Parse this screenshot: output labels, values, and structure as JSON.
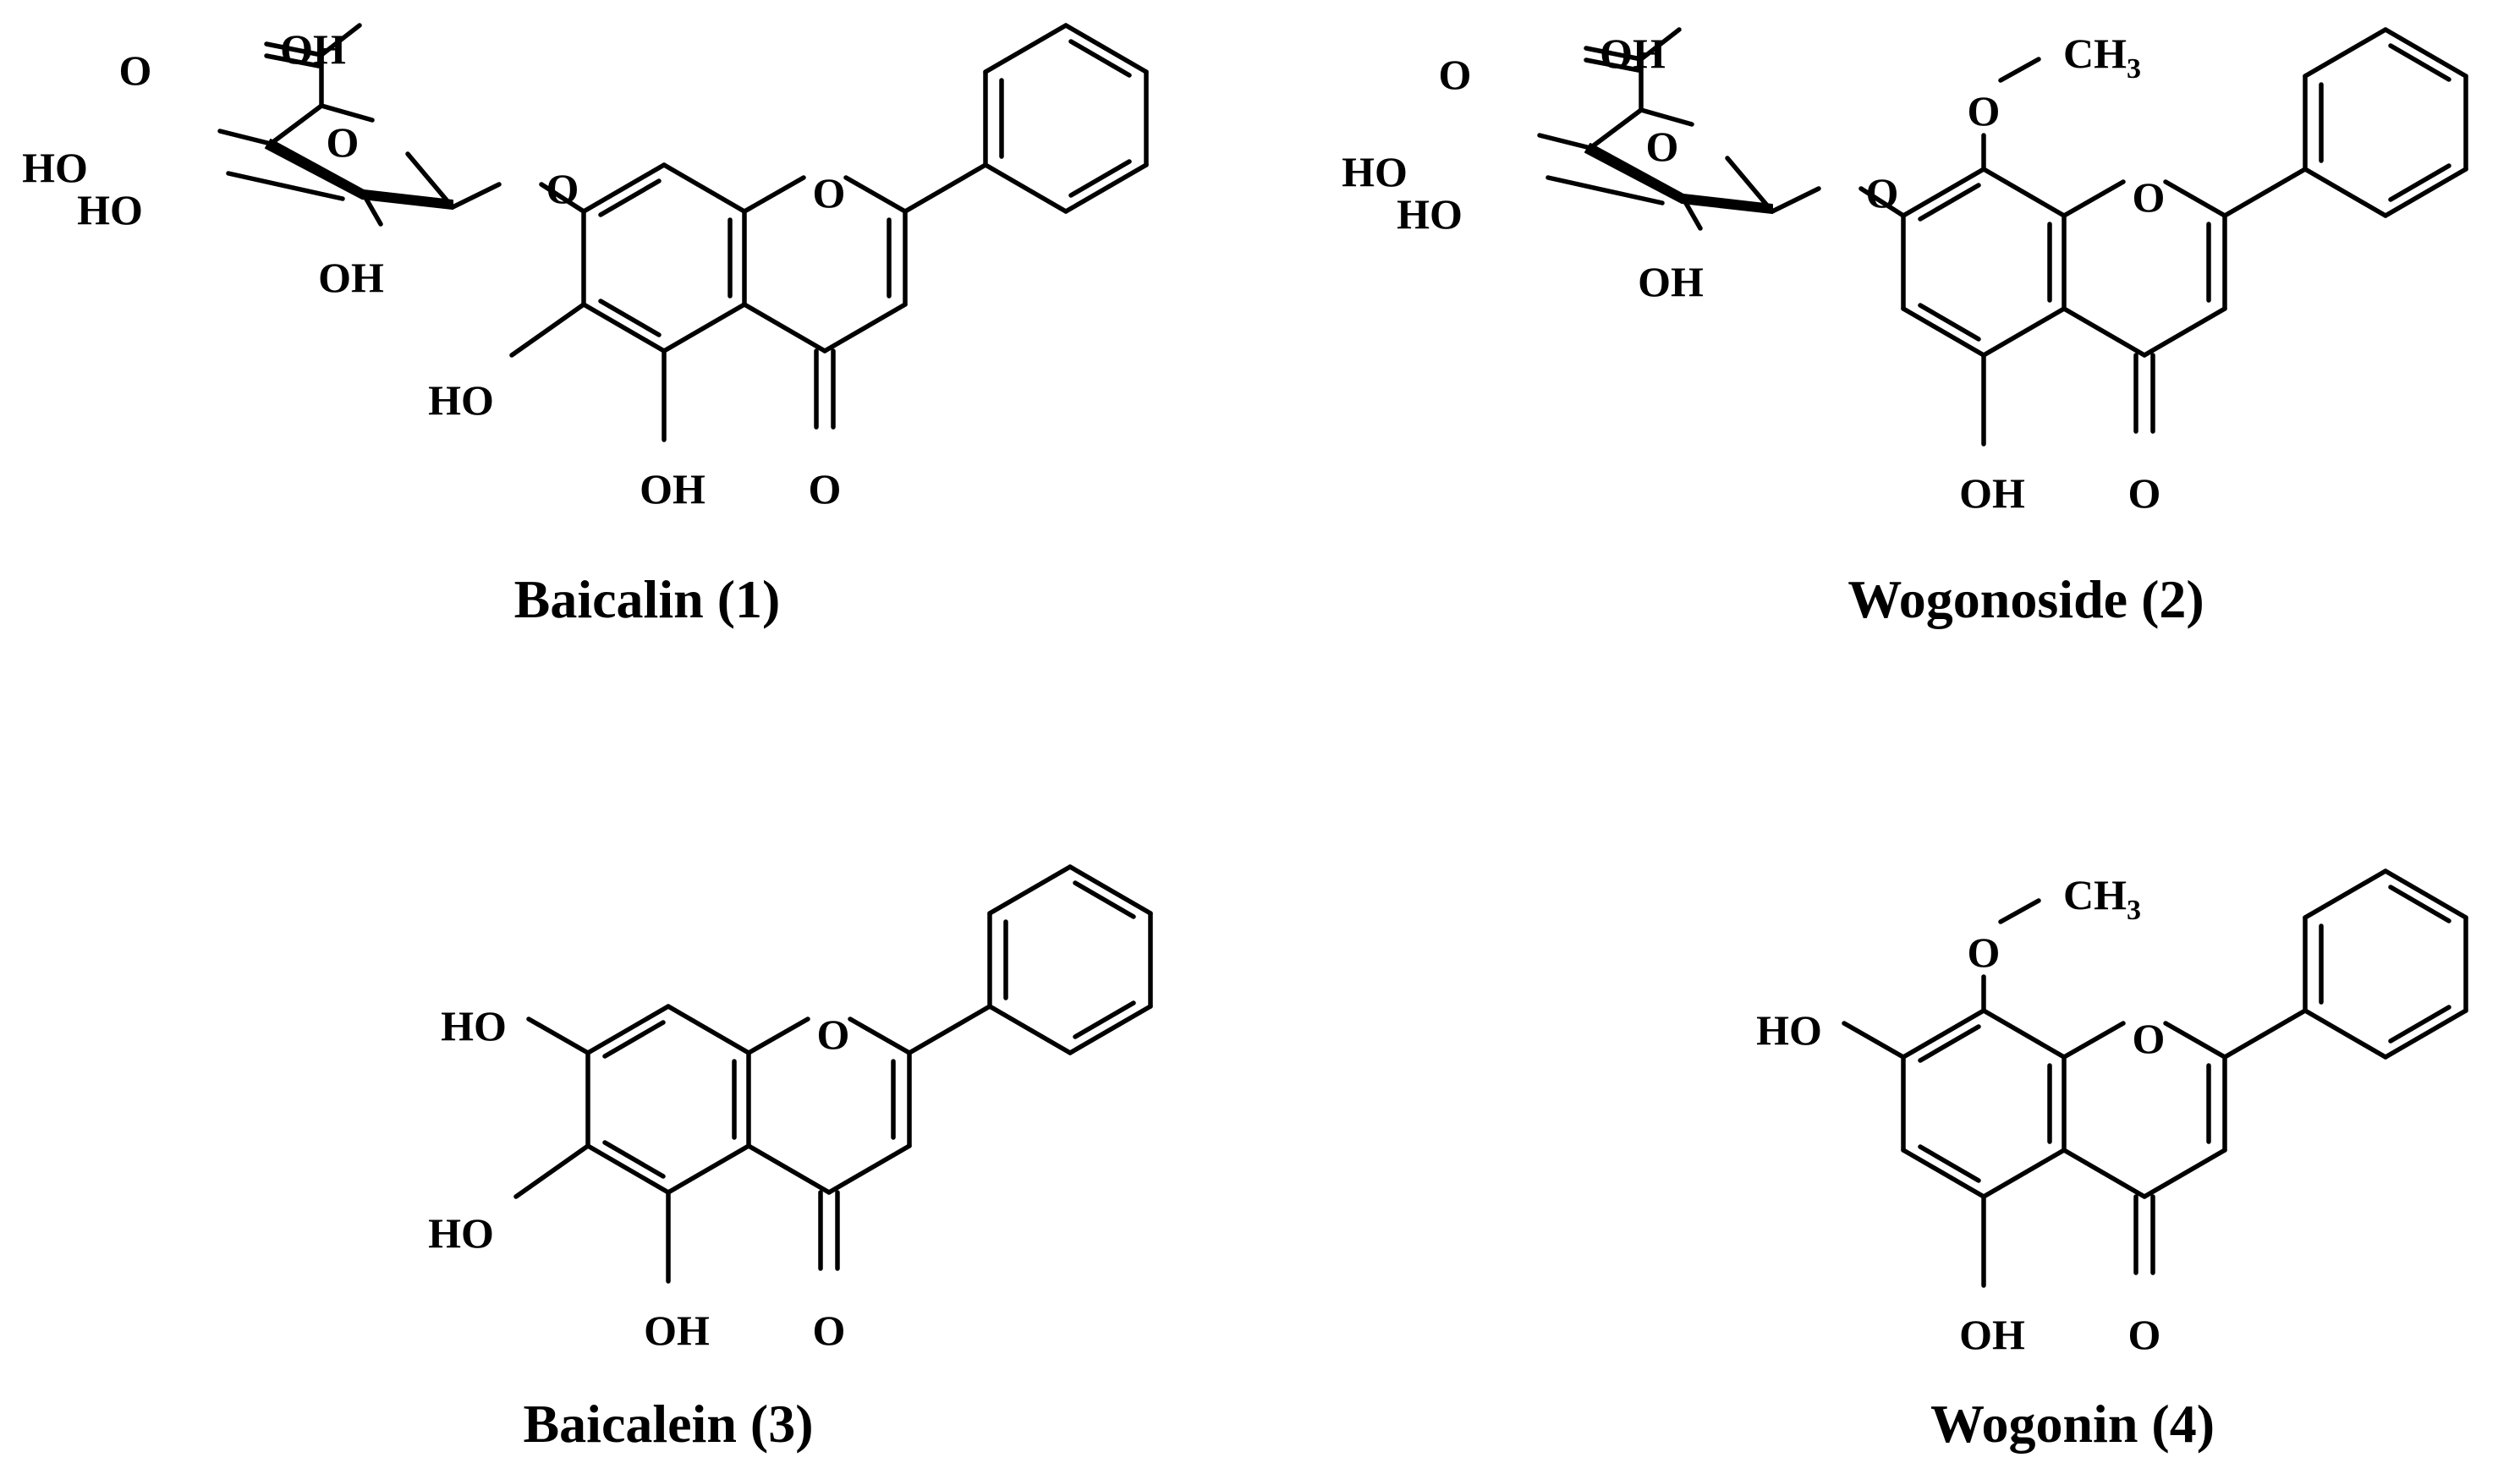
{
  "compounds": [
    {
      "name": "Baicalin (1)"
    },
    {
      "name": "Wogonoside (2)"
    },
    {
      "name": "Baicalein (3)"
    },
    {
      "name": "Wogonin (4)"
    }
  ],
  "atoms": {
    "hydroxyl_left": "HO",
    "hydroxyl_right": "OH",
    "oxygen": "O",
    "methyl_base": "CH",
    "methyl_subscript": "3"
  },
  "colors": {
    "ink": "#000000",
    "background": "#ffffff"
  }
}
